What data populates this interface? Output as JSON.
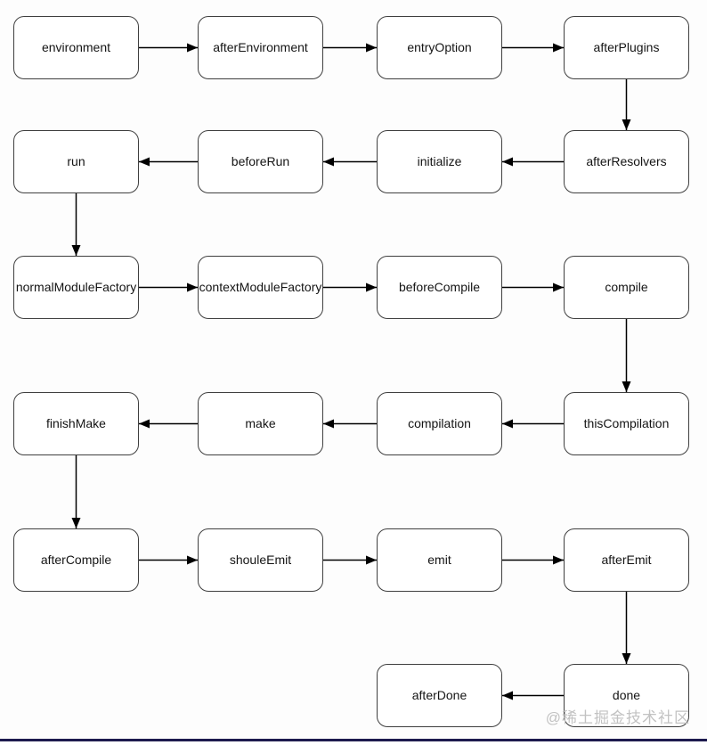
{
  "diagram": {
    "description": "webpack lifecycle hooks flowchart",
    "nodes": [
      {
        "id": "environment",
        "label": "environment",
        "col": 0,
        "row": 0
      },
      {
        "id": "afterEnvironment",
        "label": "afterEnvironment",
        "col": 1,
        "row": 0
      },
      {
        "id": "entryOption",
        "label": "entryOption",
        "col": 2,
        "row": 0
      },
      {
        "id": "afterPlugins",
        "label": "afterPlugins",
        "col": 3,
        "row": 0
      },
      {
        "id": "run",
        "label": "run",
        "col": 0,
        "row": 1
      },
      {
        "id": "beforeRun",
        "label": "beforeRun",
        "col": 1,
        "row": 1
      },
      {
        "id": "initialize",
        "label": "initialize",
        "col": 2,
        "row": 1
      },
      {
        "id": "afterResolvers",
        "label": "afterResolvers",
        "col": 3,
        "row": 1
      },
      {
        "id": "normalModuleFactory",
        "label": "normalModuleFactory",
        "col": 0,
        "row": 2
      },
      {
        "id": "contextModuleFactory",
        "label": "contextModuleFactory",
        "col": 1,
        "row": 2
      },
      {
        "id": "beforeCompile",
        "label": "beforeCompile",
        "col": 2,
        "row": 2
      },
      {
        "id": "compile",
        "label": "compile",
        "col": 3,
        "row": 2
      },
      {
        "id": "finishMake",
        "label": "finishMake",
        "col": 0,
        "row": 3
      },
      {
        "id": "make",
        "label": "make",
        "col": 1,
        "row": 3
      },
      {
        "id": "compilation",
        "label": "compilation",
        "col": 2,
        "row": 3
      },
      {
        "id": "thisCompilation",
        "label": "thisCompilation",
        "col": 3,
        "row": 3
      },
      {
        "id": "afterCompile",
        "label": "afterCompile",
        "col": 0,
        "row": 4
      },
      {
        "id": "shouleEmit",
        "label": "shouleEmit",
        "col": 1,
        "row": 4
      },
      {
        "id": "emit",
        "label": "emit",
        "col": 2,
        "row": 4
      },
      {
        "id": "afterEmit",
        "label": "afterEmit",
        "col": 3,
        "row": 4
      },
      {
        "id": "afterDone",
        "label": "afterDone",
        "col": 2,
        "row": 5
      },
      {
        "id": "done",
        "label": "done",
        "col": 3,
        "row": 5
      }
    ],
    "edges": [
      {
        "from": "environment",
        "to": "afterEnvironment"
      },
      {
        "from": "afterEnvironment",
        "to": "entryOption"
      },
      {
        "from": "entryOption",
        "to": "afterPlugins"
      },
      {
        "from": "afterPlugins",
        "to": "afterResolvers"
      },
      {
        "from": "afterResolvers",
        "to": "initialize"
      },
      {
        "from": "initialize",
        "to": "beforeRun"
      },
      {
        "from": "beforeRun",
        "to": "run"
      },
      {
        "from": "run",
        "to": "normalModuleFactory"
      },
      {
        "from": "normalModuleFactory",
        "to": "contextModuleFactory"
      },
      {
        "from": "contextModuleFactory",
        "to": "beforeCompile"
      },
      {
        "from": "beforeCompile",
        "to": "compile"
      },
      {
        "from": "compile",
        "to": "thisCompilation"
      },
      {
        "from": "thisCompilation",
        "to": "compilation"
      },
      {
        "from": "compilation",
        "to": "make"
      },
      {
        "from": "make",
        "to": "finishMake"
      },
      {
        "from": "finishMake",
        "to": "afterCompile"
      },
      {
        "from": "afterCompile",
        "to": "shouleEmit"
      },
      {
        "from": "shouleEmit",
        "to": "emit"
      },
      {
        "from": "emit",
        "to": "afterEmit"
      },
      {
        "from": "afterEmit",
        "to": "done"
      },
      {
        "from": "done",
        "to": "afterDone"
      }
    ],
    "colors": {
      "node_border": "#3f3f3f",
      "node_fill": "#ffffff",
      "arrow": "#000000",
      "watermark": "#c2c2c2",
      "bottom_bar": "#1d1a4e"
    }
  },
  "watermark": {
    "text": "@稀土掘金技术社区"
  }
}
